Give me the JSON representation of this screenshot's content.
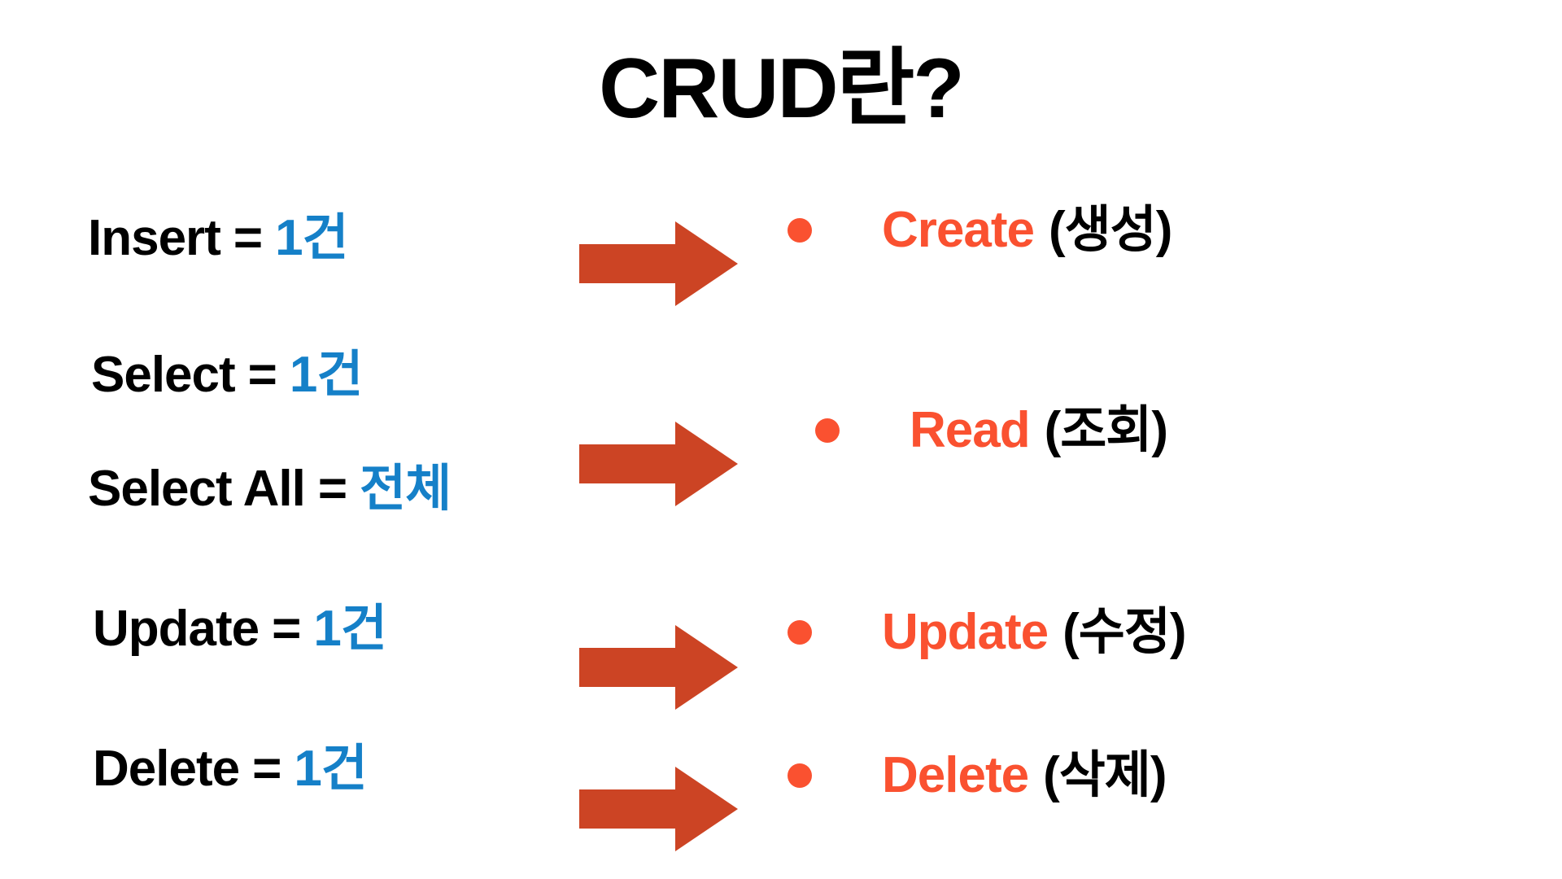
{
  "slide": {
    "title": "CRUD란?",
    "background_color": "#FFFFFF"
  },
  "colors": {
    "title_text": "#000000",
    "label_text": "#000000",
    "value_blue": "#1580C8",
    "term_orange": "#FA5130",
    "arrow_red": "#CC4424",
    "gloss_text": "#000000"
  },
  "left_column": {
    "rows": [
      {
        "label": "Insert",
        "equals": "=",
        "value": "1건"
      },
      {
        "label": "Select",
        "equals": "=",
        "value": "1건"
      },
      {
        "label": "Select All",
        "equals": "=",
        "value": "전체"
      },
      {
        "label": "Update",
        "equals": "=",
        "value": "1건"
      },
      {
        "label": "Delete",
        "equals": "=",
        "value": "1건"
      }
    ]
  },
  "arrows": {
    "count": 4,
    "direction": "right",
    "icon": "right-block-arrow"
  },
  "right_column": {
    "rows": [
      {
        "bullet": "•",
        "term": "Create",
        "gloss": "(생성)"
      },
      {
        "bullet": "•",
        "term": "Read",
        "gloss": "(조회)"
      },
      {
        "bullet": "•",
        "term": "Update",
        "gloss": "(수정)"
      },
      {
        "bullet": "•",
        "term": "Delete",
        "gloss": "(삭제)"
      }
    ]
  }
}
